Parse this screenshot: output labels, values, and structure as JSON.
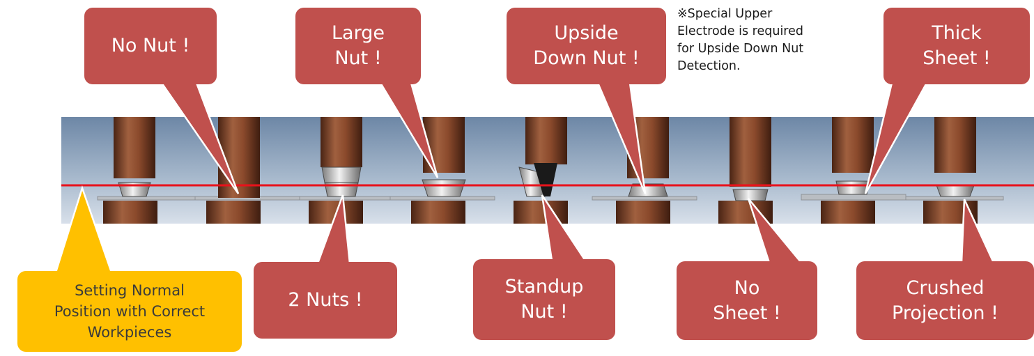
{
  "colors": {
    "callout_red": "#c0504d",
    "callout_yellow": "#ffc000",
    "reference_line": "#e8121b",
    "electrode": "#8b4a2c"
  },
  "callouts": {
    "no_nut": "No Nut !",
    "large_nut": "Large\nNut !",
    "upside_down_nut": "Upside\nDown Nut !",
    "thick_sheet": "Thick\nSheet !",
    "two_nuts": "2 Nuts !",
    "standup_nut": "Standup\nNut !",
    "no_sheet": "No\nSheet !",
    "crushed_projection": "Crushed\nProjection !",
    "setting_normal": "Setting Normal\nPosition with Correct\nWorkpieces"
  },
  "note": "※Special Upper\nElectrode is required\nfor Upside Down Nut\nDetection.",
  "icons": [
    "welding-electrode-icon",
    "nut-icon",
    "reference-line-icon"
  ]
}
